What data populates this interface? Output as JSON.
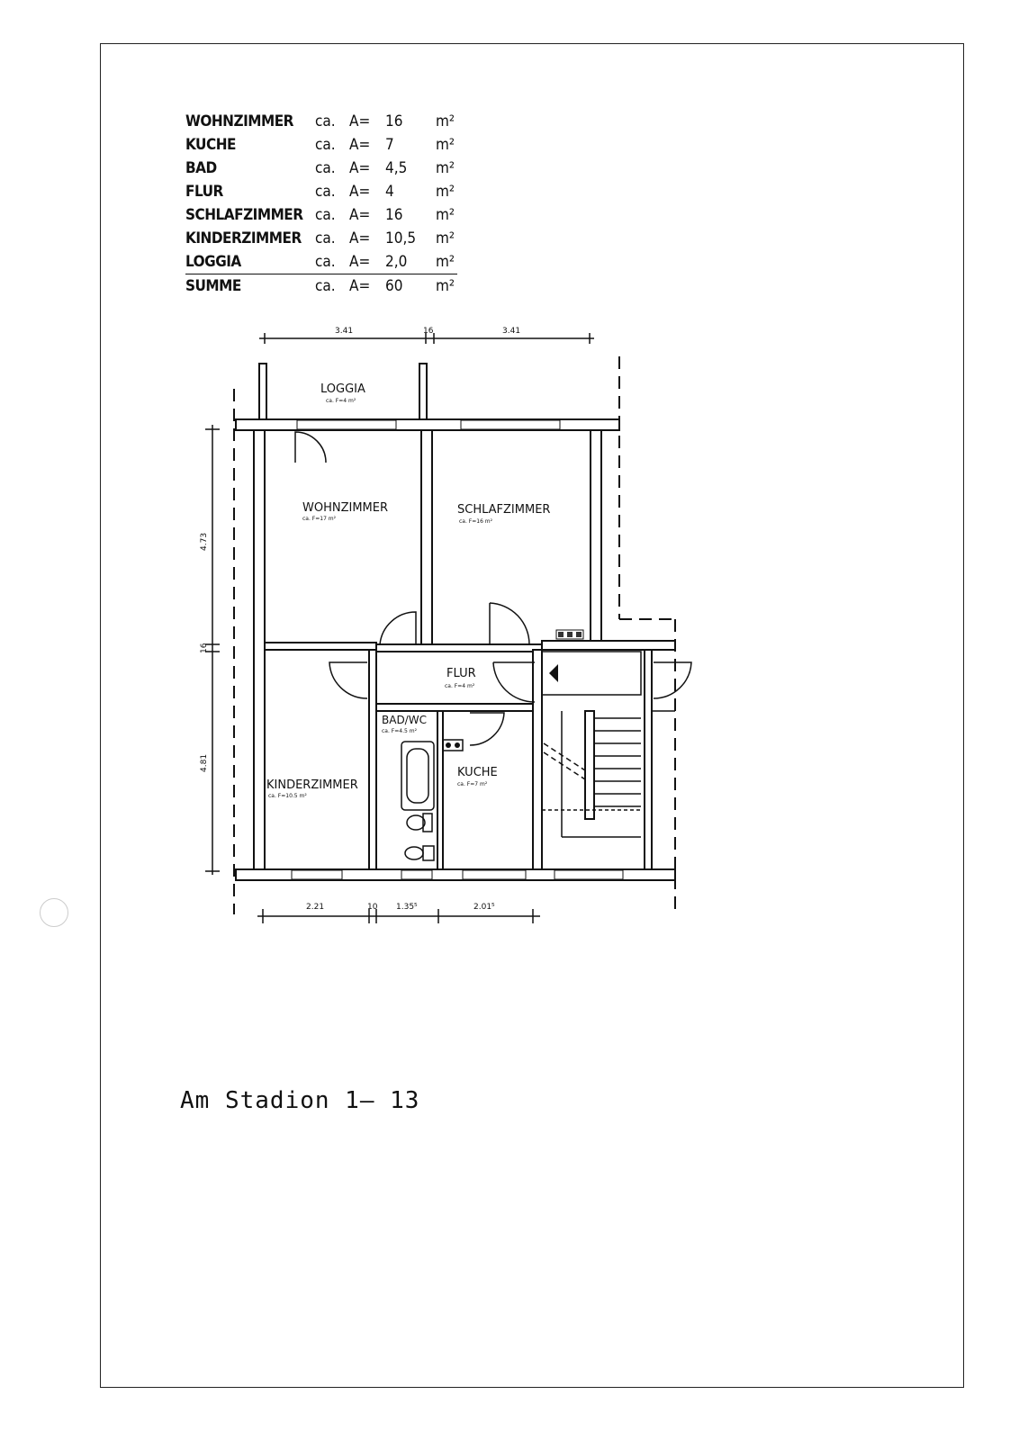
{
  "area_table": {
    "rows": [
      {
        "name": "WOHNZIMMER",
        "ca": "ca.",
        "a": "A=",
        "value": "16",
        "unit": "m²"
      },
      {
        "name": "KUCHE",
        "ca": "ca.",
        "a": "A=",
        "value": "7",
        "unit": "m²"
      },
      {
        "name": "BAD",
        "ca": "ca.",
        "a": "A=",
        "value": "4,5",
        "unit": "m²"
      },
      {
        "name": "FLUR",
        "ca": "ca.",
        "a": "A=",
        "value": "4",
        "unit": "m²"
      },
      {
        "name": "SCHLAFZIMMER",
        "ca": "ca.",
        "a": "A=",
        "value": "16",
        "unit": "m²"
      },
      {
        "name": "KINDERZIMMER",
        "ca": "ca.",
        "a": "A=",
        "value": "10,5",
        "unit": "m²"
      },
      {
        "name": "LOGGIA",
        "ca": "ca.",
        "a": "A=",
        "value": "2,0",
        "unit": "m²"
      }
    ],
    "total": {
      "name": "SUMME",
      "ca": "ca.",
      "a": "A=",
      "value": "60",
      "unit": "m²"
    }
  },
  "plan": {
    "rooms": {
      "loggia": {
        "name": "LOGGIA",
        "area": "ca. F=4 m²"
      },
      "wohnzimmer": {
        "name": "WOHNZIMMER",
        "area": "ca. F=17 m²"
      },
      "schlafzimmer": {
        "name": "SCHLAFZIMMER",
        "area": "ca. F=16 m²"
      },
      "flur": {
        "name": "FLUR",
        "area": "ca. F=4 m²"
      },
      "bad": {
        "name": "BAD/WC",
        "area": "ca. F=4.5 m²"
      },
      "kuche": {
        "name": "KUCHE",
        "area": "ca. F=7 m²"
      },
      "kinderzimmer": {
        "name": "KINDERZIMMER",
        "area": "ca. F=10.5 m²"
      }
    },
    "dimensions": {
      "top_left": "3.41",
      "top_mid": "16",
      "top_right": "3.41",
      "left_upper": "4.73",
      "left_mid": "16",
      "left_lower": "4.81",
      "bottom_1": "2.21",
      "bottom_2": "10",
      "bottom_3": "1.35⁵",
      "bottom_4": "2.01⁵"
    }
  },
  "address": "Am Stadion 1– 13"
}
